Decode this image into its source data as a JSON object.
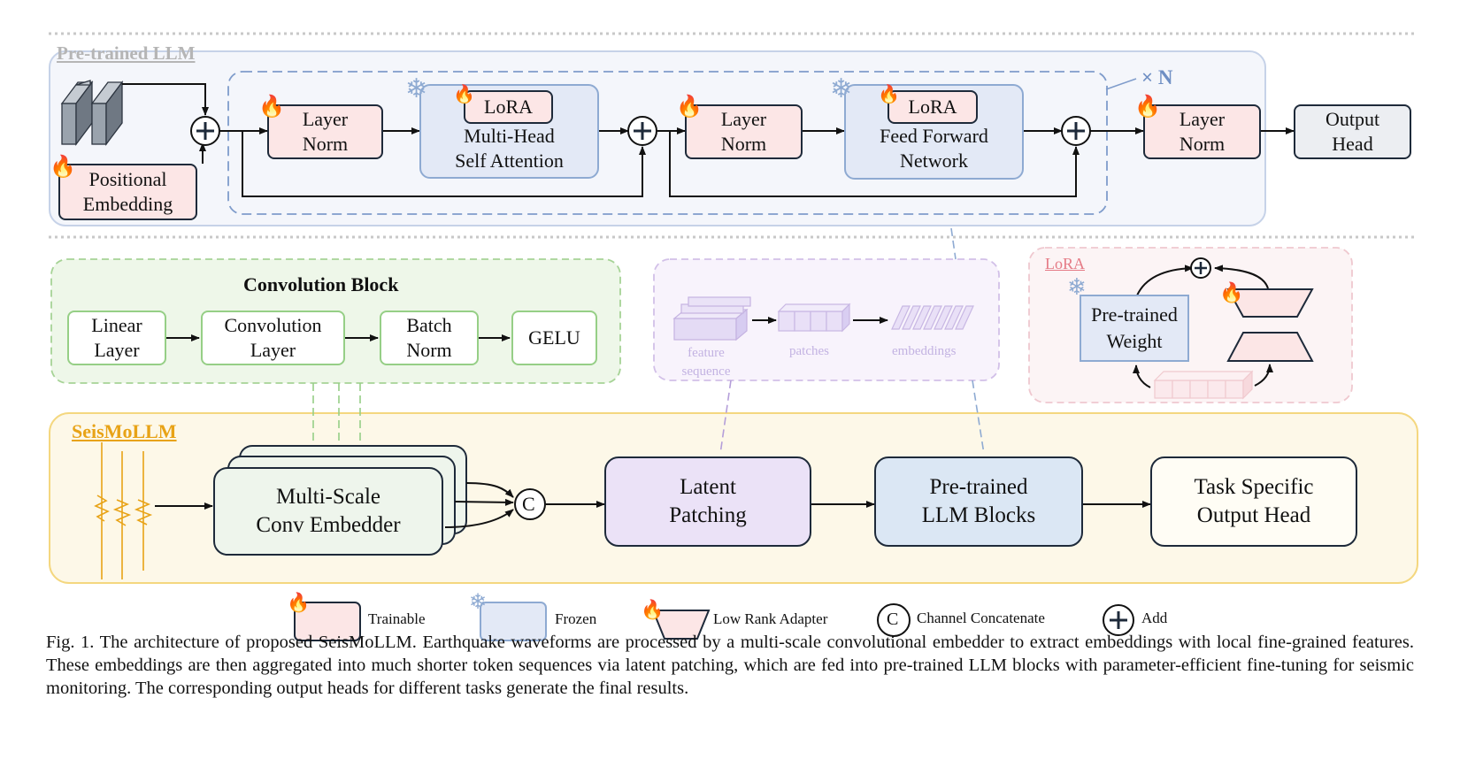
{
  "pretrained_llm": {
    "title": "Pre-trained LLM",
    "repeat_label": "× N",
    "positional_embedding": "Positional\nEmbedding",
    "layer_norm_1": "Layer\nNorm",
    "lora_1": "LoRA",
    "attention": "Multi-Head\nSelf Attention",
    "layer_norm_2": "Layer\nNorm",
    "lora_2": "LoRA",
    "ffn": "Feed Forward\nNetwork",
    "layer_norm_3": "Layer\nNorm",
    "output_head": "Output\nHead"
  },
  "convolution_block": {
    "title": "Convolution Block",
    "steps": [
      "Linear\nLayer",
      "Convolution\nLayer",
      "Batch\nNorm",
      "GELU"
    ]
  },
  "latent_detail": {
    "labels": [
      "feature\nsequence",
      "patches",
      "embeddings"
    ]
  },
  "lora_detail": {
    "title": "LoRA",
    "weight": "Pre-trained\nWeight"
  },
  "seismollm": {
    "title": "SeisMoLLM",
    "conv_embedder": "Multi-Scale\nConv Embedder",
    "concat_symbol": "C",
    "latent_patching": "Latent\nPatching",
    "llm_blocks": "Pre-trained\nLLM Blocks",
    "task_head": "Task Specific\nOutput Head"
  },
  "legend": {
    "trainable": "Trainable",
    "frozen": "Frozen",
    "adapter": "Low Rank Adapter",
    "concat_symbol": "C",
    "concat": "Channel Concatenate",
    "add": "Add"
  },
  "caption": "Fig. 1.  The architecture of proposed SeisMoLLM. Earthquake waveforms are processed by a multi-scale convolutional embedder to extract embeddings with local fine-grained features. These embeddings are then aggregated into much shorter token sequences via latent patching, which are fed into pre-trained LLM blocks with parameter-efficient fine-tuning for seismic monitoring. The corresponding output heads for different tasks generate the final results.",
  "icons": {
    "trainable": "flame-icon",
    "frozen": "snowflake-icon",
    "add": "plus-circle-icon",
    "concat": "concat-circle-icon"
  },
  "colors": {
    "trainable_fill": "#fce6e6",
    "frozen_fill": "#e3e9f6",
    "dark_border": "#1e2a3a",
    "llm_region": "#f4f6fb",
    "conv_region": "#eef7e9",
    "seismollm_region": "#fdf8e8",
    "latent_region": "#f8f3fc",
    "lora_region": "#fcf4f5",
    "accent_blue": "#6f8fc4",
    "accent_orange": "#e8a317"
  }
}
